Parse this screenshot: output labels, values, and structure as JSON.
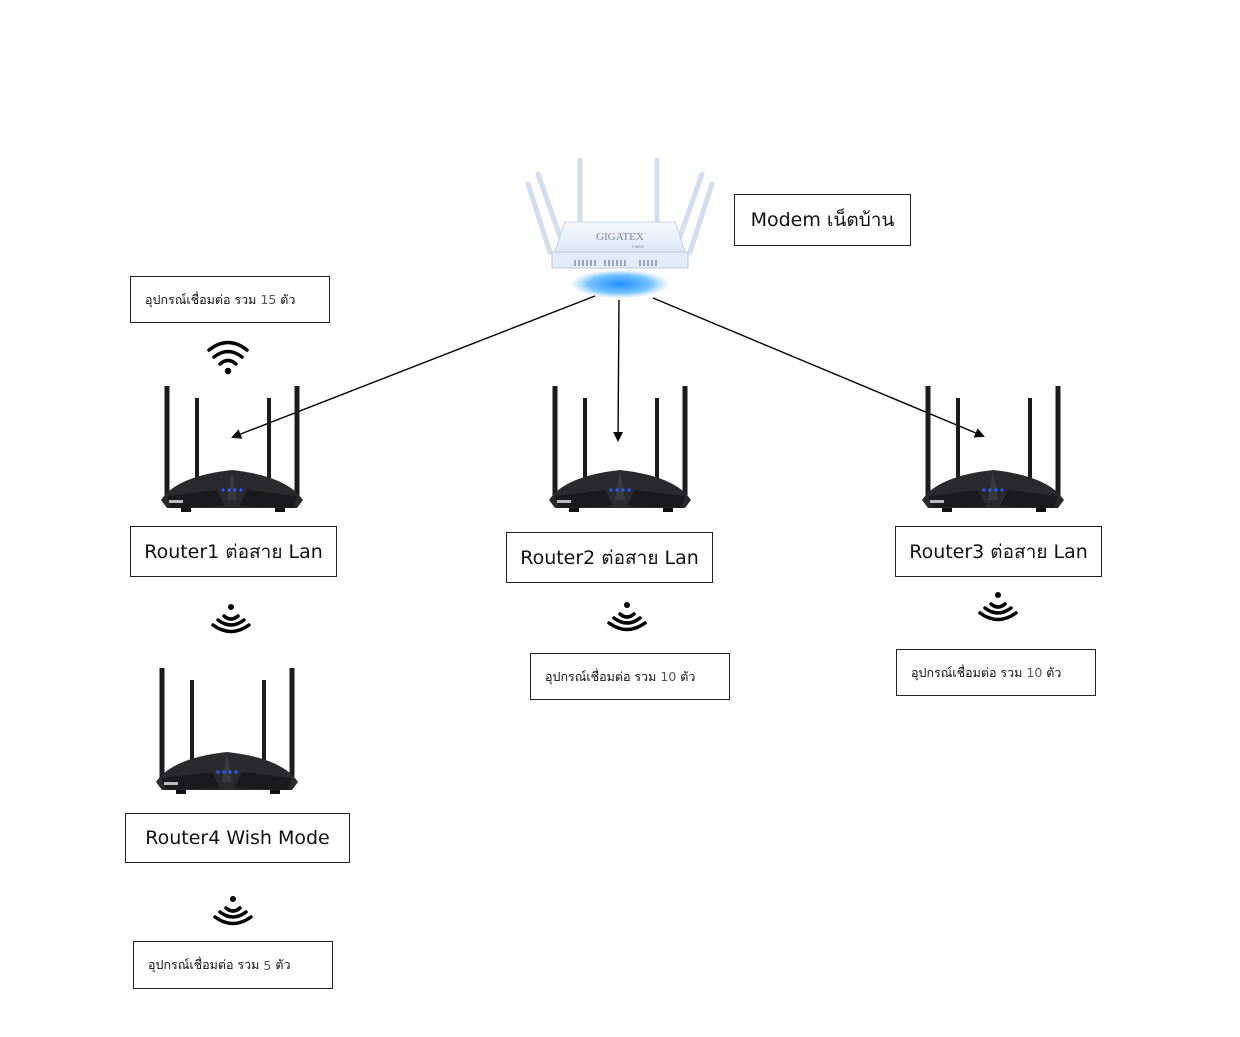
{
  "modem": {
    "label": "Modem เน็ตบ้าน",
    "brand": "GIGATEX",
    "sub_brand": "FIBER"
  },
  "routers": [
    {
      "id": "router1",
      "label": "Router1 ต่อสาย Lan",
      "connection": "LAN",
      "devices_text_prefix": "อุปกรณ์เชื่อมต่อ รวม",
      "devices_count": "15",
      "devices_text_suffix": "ตัว"
    },
    {
      "id": "router2",
      "label": "Router2 ต่อสาย Lan",
      "connection": "LAN",
      "devices_text_prefix": "อุปกรณ์เชื่อมต่อ รวม",
      "devices_count": "10",
      "devices_text_suffix": "ตัว"
    },
    {
      "id": "router3",
      "label": "Router3 ต่อสาย Lan",
      "connection": "LAN",
      "devices_text_prefix": "อุปกรณ์เชื่อมต่อ รวม",
      "devices_count": "10",
      "devices_text_suffix": "ตัว"
    },
    {
      "id": "router4",
      "label": "Router4 Wish Mode",
      "connection": "Wireless (from Router1)",
      "devices_text_prefix": "อุปกรณ์เชื่อมต่อ รวม",
      "devices_count": "5",
      "devices_text_suffix": "ตัว"
    }
  ],
  "edges": [
    {
      "from": "modem",
      "to": "router1",
      "type": "arrow"
    },
    {
      "from": "modem",
      "to": "router2",
      "type": "arrow"
    },
    {
      "from": "modem",
      "to": "router3",
      "type": "arrow"
    },
    {
      "from": "router1",
      "to": "router4",
      "type": "wireless"
    }
  ],
  "colors": {
    "router_body": "#2a2a2c",
    "led": "#2a5cff",
    "modem_body": "#e9f0fa",
    "modem_glow": "#3aa0ff"
  }
}
